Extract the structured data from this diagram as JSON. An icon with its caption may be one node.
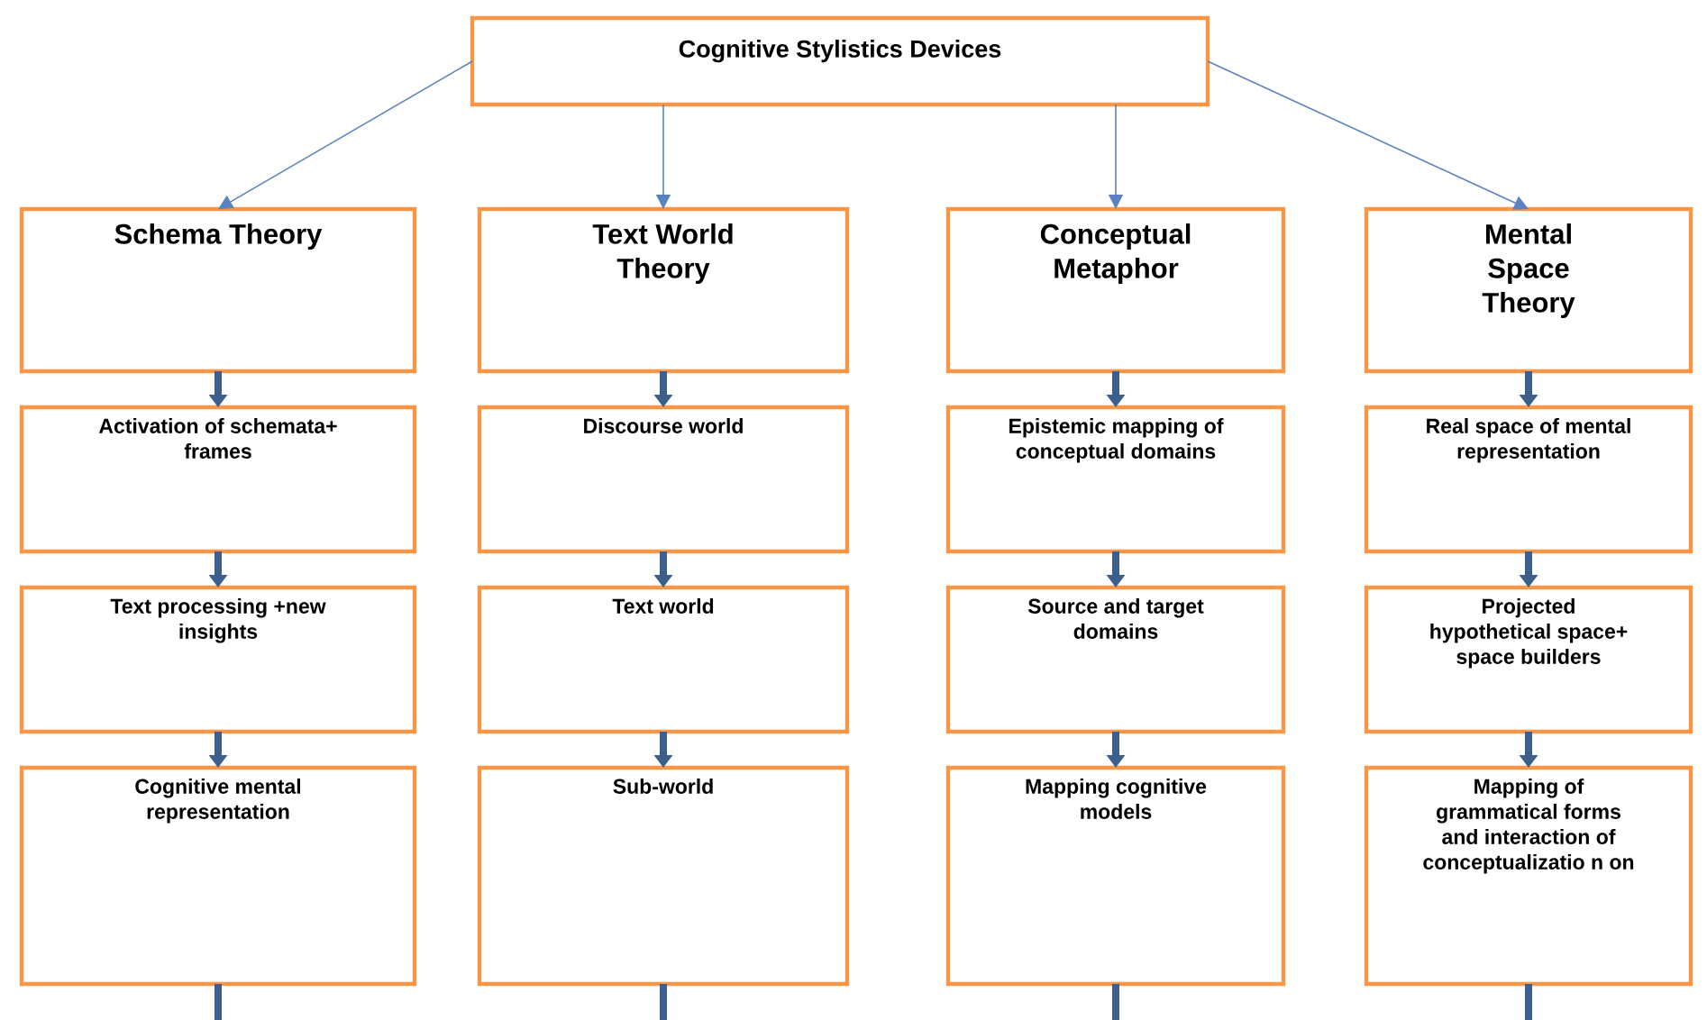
{
  "diagram": {
    "nodes": [
      {
        "text": [
          "Cognitive Stylistics Devices"
        ]
      },
      {
        "text": [
          "Schema Theory"
        ]
      },
      {
        "text": [
          "Text World Theory"
        ]
      },
      {
        "text": [
          "Conceptual Metaphor"
        ]
      },
      {
        "text": [
          "Mental Space Theory"
        ]
      },
      {
        "text": [
          "Activation of schemata+ frames"
        ]
      },
      {
        "text": [
          "Text processing +new insights"
        ]
      },
      {
        "text": [
          "Cognitive mental representation"
        ]
      },
      {
        "text": [
          "Discourse world"
        ]
      },
      {
        "text": [
          "Text world"
        ]
      },
      {
        "text": [
          "Sub-world"
        ]
      },
      {
        "text": [
          "Epistemic mapping of conceptual domains"
        ]
      },
      {
        "text": [
          "Source and target domains"
        ]
      },
      {
        "text": [
          "Mapping cognitive models"
        ]
      },
      {
        "text": [
          "Real space of mental representation"
        ]
      },
      {
        "text": [
          "Projected hypothetical space+ space builders"
        ]
      },
      {
        "text": [
          "Mapping of grammatical forms and interaction of conceptualizatio n on"
        ]
      }
    ],
    "edges": [
      {
        "from": 0,
        "to": 1,
        "arrow": "to",
        "color": "#5a82c0"
      },
      {
        "from": 0,
        "to": 2,
        "arrow": "to",
        "color": "#5a82c0"
      },
      {
        "from": 0,
        "to": 3,
        "arrow": "to",
        "color": "#5a82c0"
      },
      {
        "from": 0,
        "to": 4,
        "arrow": "to",
        "color": "#5a82c0"
      },
      {
        "from": 1,
        "to": 5,
        "arrow": "to"
      },
      {
        "from": 5,
        "to": 6,
        "arrow": "to"
      },
      {
        "from": 6,
        "to": 7,
        "arrow": "to"
      },
      {
        "from": 7,
        "to": null,
        "arrow": "none"
      },
      {
        "from": 2,
        "to": 8,
        "arrow": "to"
      },
      {
        "from": 8,
        "to": 9,
        "arrow": "to"
      },
      {
        "from": 9,
        "to": 10,
        "arrow": "to"
      },
      {
        "from": 10,
        "to": null,
        "arrow": "none"
      },
      {
        "from": 3,
        "to": 11,
        "arrow": "to"
      },
      {
        "from": 11,
        "to": 12,
        "arrow": "to"
      },
      {
        "from": 12,
        "to": 13,
        "arrow": "to"
      },
      {
        "from": 13,
        "to": null,
        "arrow": "none"
      },
      {
        "from": 4,
        "to": 14,
        "arrow": "to"
      },
      {
        "from": 14,
        "to": 15,
        "arrow": "to"
      },
      {
        "from": 15,
        "to": 16,
        "arrow": "to"
      },
      {
        "from": 16,
        "to": null,
        "arrow": "none"
      }
    ]
  }
}
